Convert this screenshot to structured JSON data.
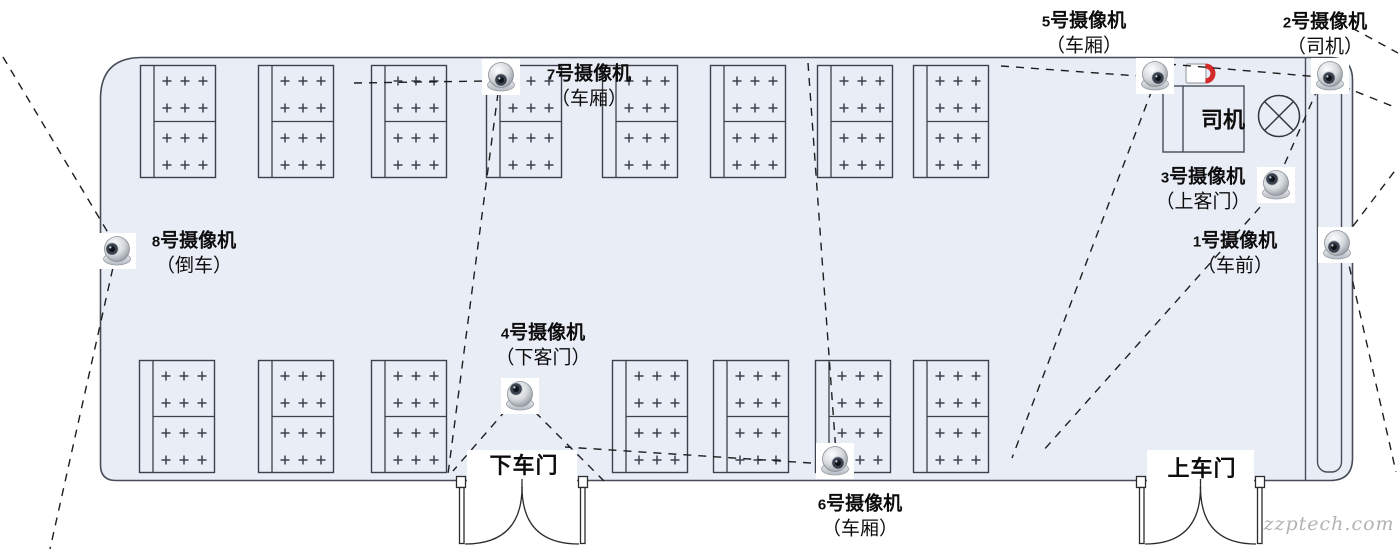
{
  "watermark": "zzptech.com",
  "bus": {
    "driver_label": "司机",
    "doors": [
      {
        "label": "下车门"
      },
      {
        "label": "上车门"
      }
    ],
    "cameras": [
      {
        "num": "1",
        "suffix": "号摄像机",
        "area": "（车前）"
      },
      {
        "num": "2",
        "suffix": "号摄像机",
        "area": "（司机）"
      },
      {
        "num": "3",
        "suffix": "号摄像机",
        "area": "（上客门）"
      },
      {
        "num": "4",
        "suffix": "号摄像机",
        "area": "（下客门）"
      },
      {
        "num": "5",
        "suffix": "号摄像机",
        "area": "（车厢）"
      },
      {
        "num": "6",
        "suffix": "号摄像机",
        "area": "（车厢）"
      },
      {
        "num": "7",
        "suffix": "号摄像机",
        "area": "（车厢）"
      },
      {
        "num": "8",
        "suffix": "号摄像机",
        "area": "（倒车）"
      }
    ]
  },
  "colors": {
    "bus_fill": "#e9edf6",
    "outline": "#474c56",
    "dash": "#1e1e1e",
    "red_accent": "#d42a2a"
  }
}
